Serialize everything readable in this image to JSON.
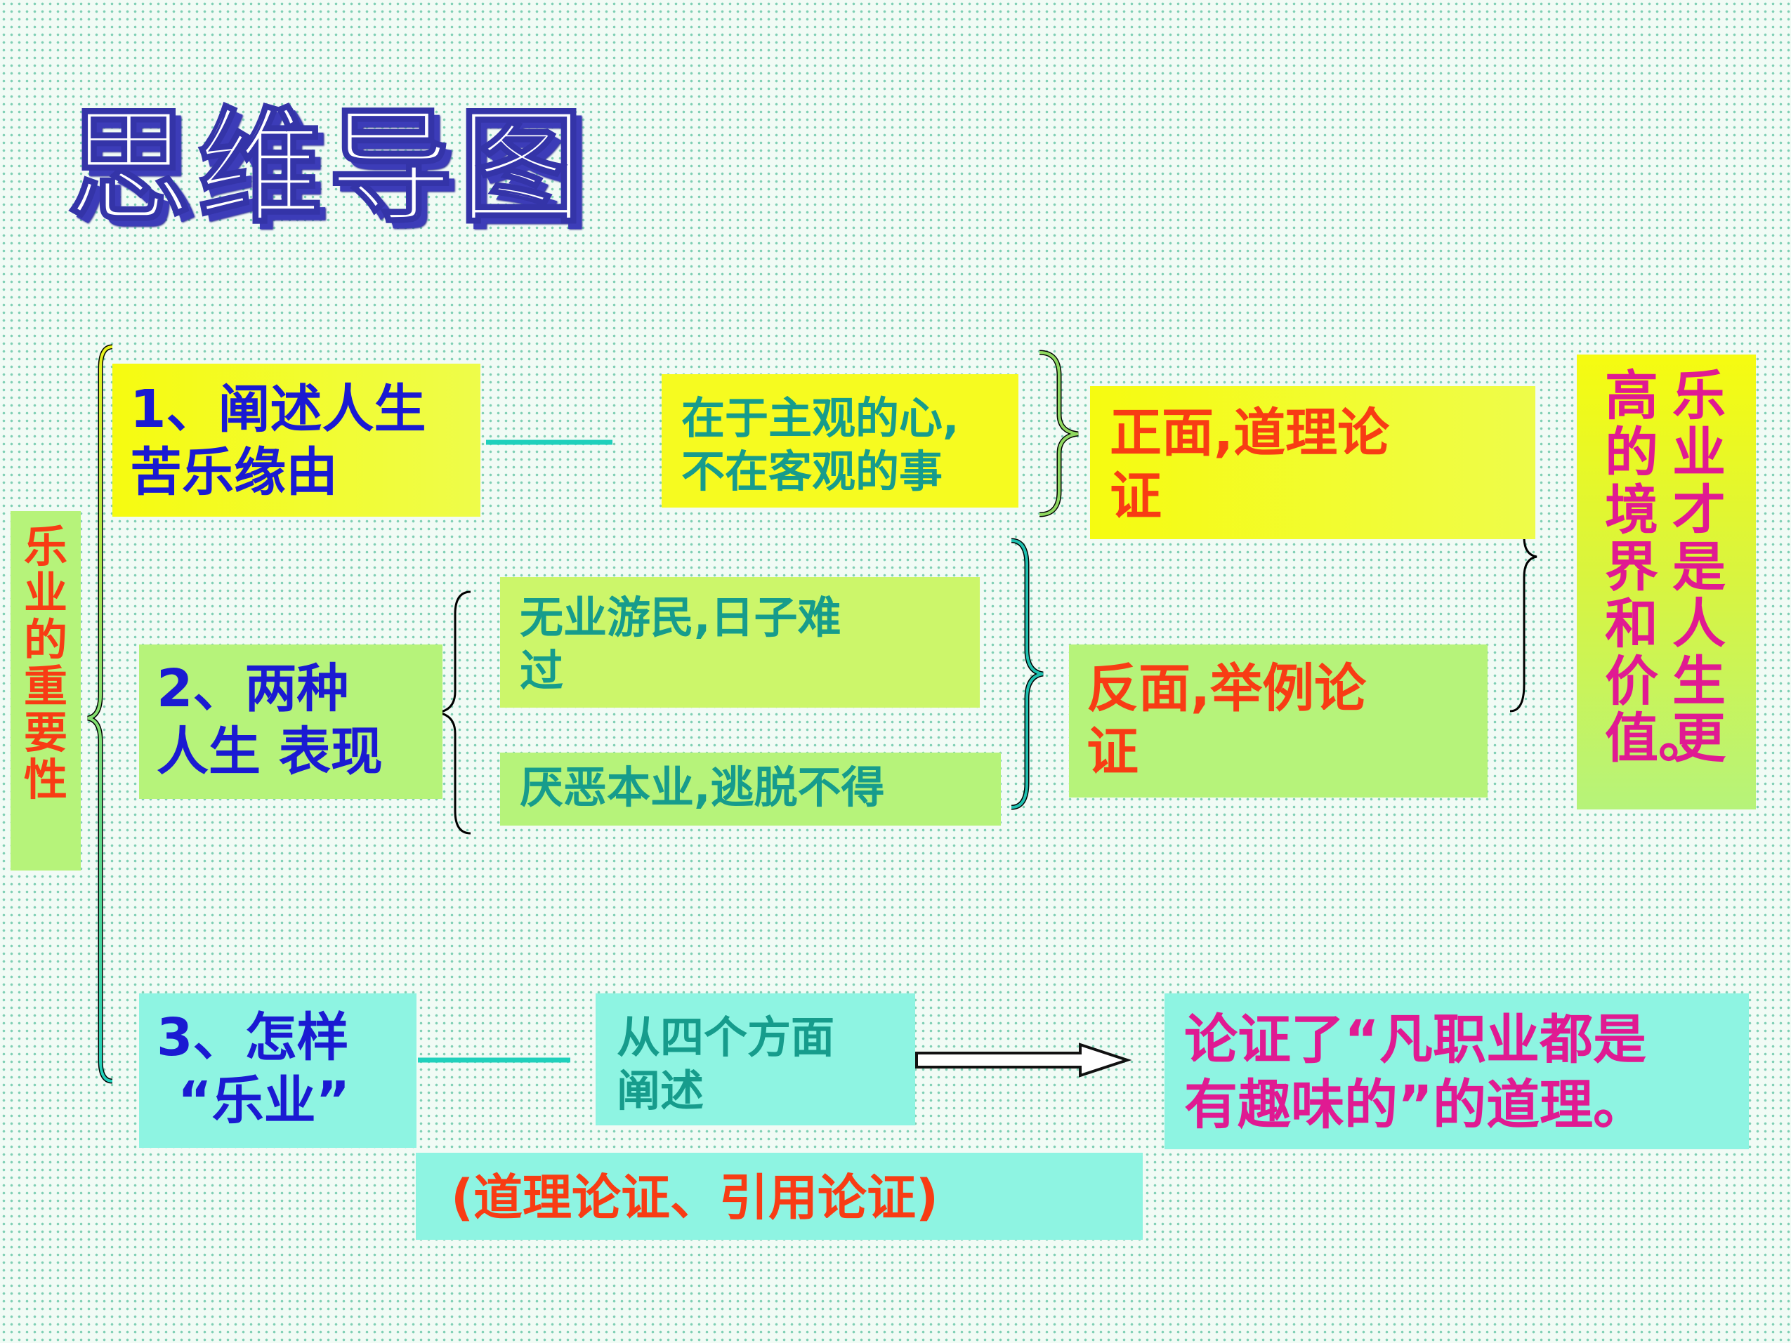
{
  "title": "思维导图",
  "root": "乐业的重要性",
  "branch1": {
    "label_line1": "1、阐述人生",
    "label_line2": "苦乐缘由",
    "detail_line1": "在于主观的心,",
    "detail_line2": "不在客观的事"
  },
  "branch2": {
    "label_line1": "2、两种",
    "label_line2": "人生 表现",
    "detail_a_line1": "无业游民,日子难",
    "detail_a_line2": "过",
    "detail_b": "厌恶本业,逃脱不得"
  },
  "branch3": {
    "label_line1": "3、怎样",
    "label_line2": "“乐业”",
    "detail_line1": "从四个方面",
    "detail_line2": "阐述",
    "methods": "(道理论证、引用论证)",
    "conclusion_line1": "论证了“凡职业都是",
    "conclusion_line2": "有趣味的”的道理。"
  },
  "methods": {
    "positive_line1": "正面,道理论",
    "positive_line2": "证",
    "negative_line1": "反面,举例论",
    "negative_line2": "证"
  },
  "summary_col1": "乐业才是人生更",
  "summary_col2": "高的境界和价值。",
  "colors": {
    "yellow_box": "#f5fb1c",
    "green_box": "#b8f57a",
    "cyan_box": "#8ef4e2",
    "blue_text": "#1a1ad2",
    "teal_text": "#169c8c",
    "red_text": "#f83c14",
    "magenta_text": "#e01a92"
  }
}
